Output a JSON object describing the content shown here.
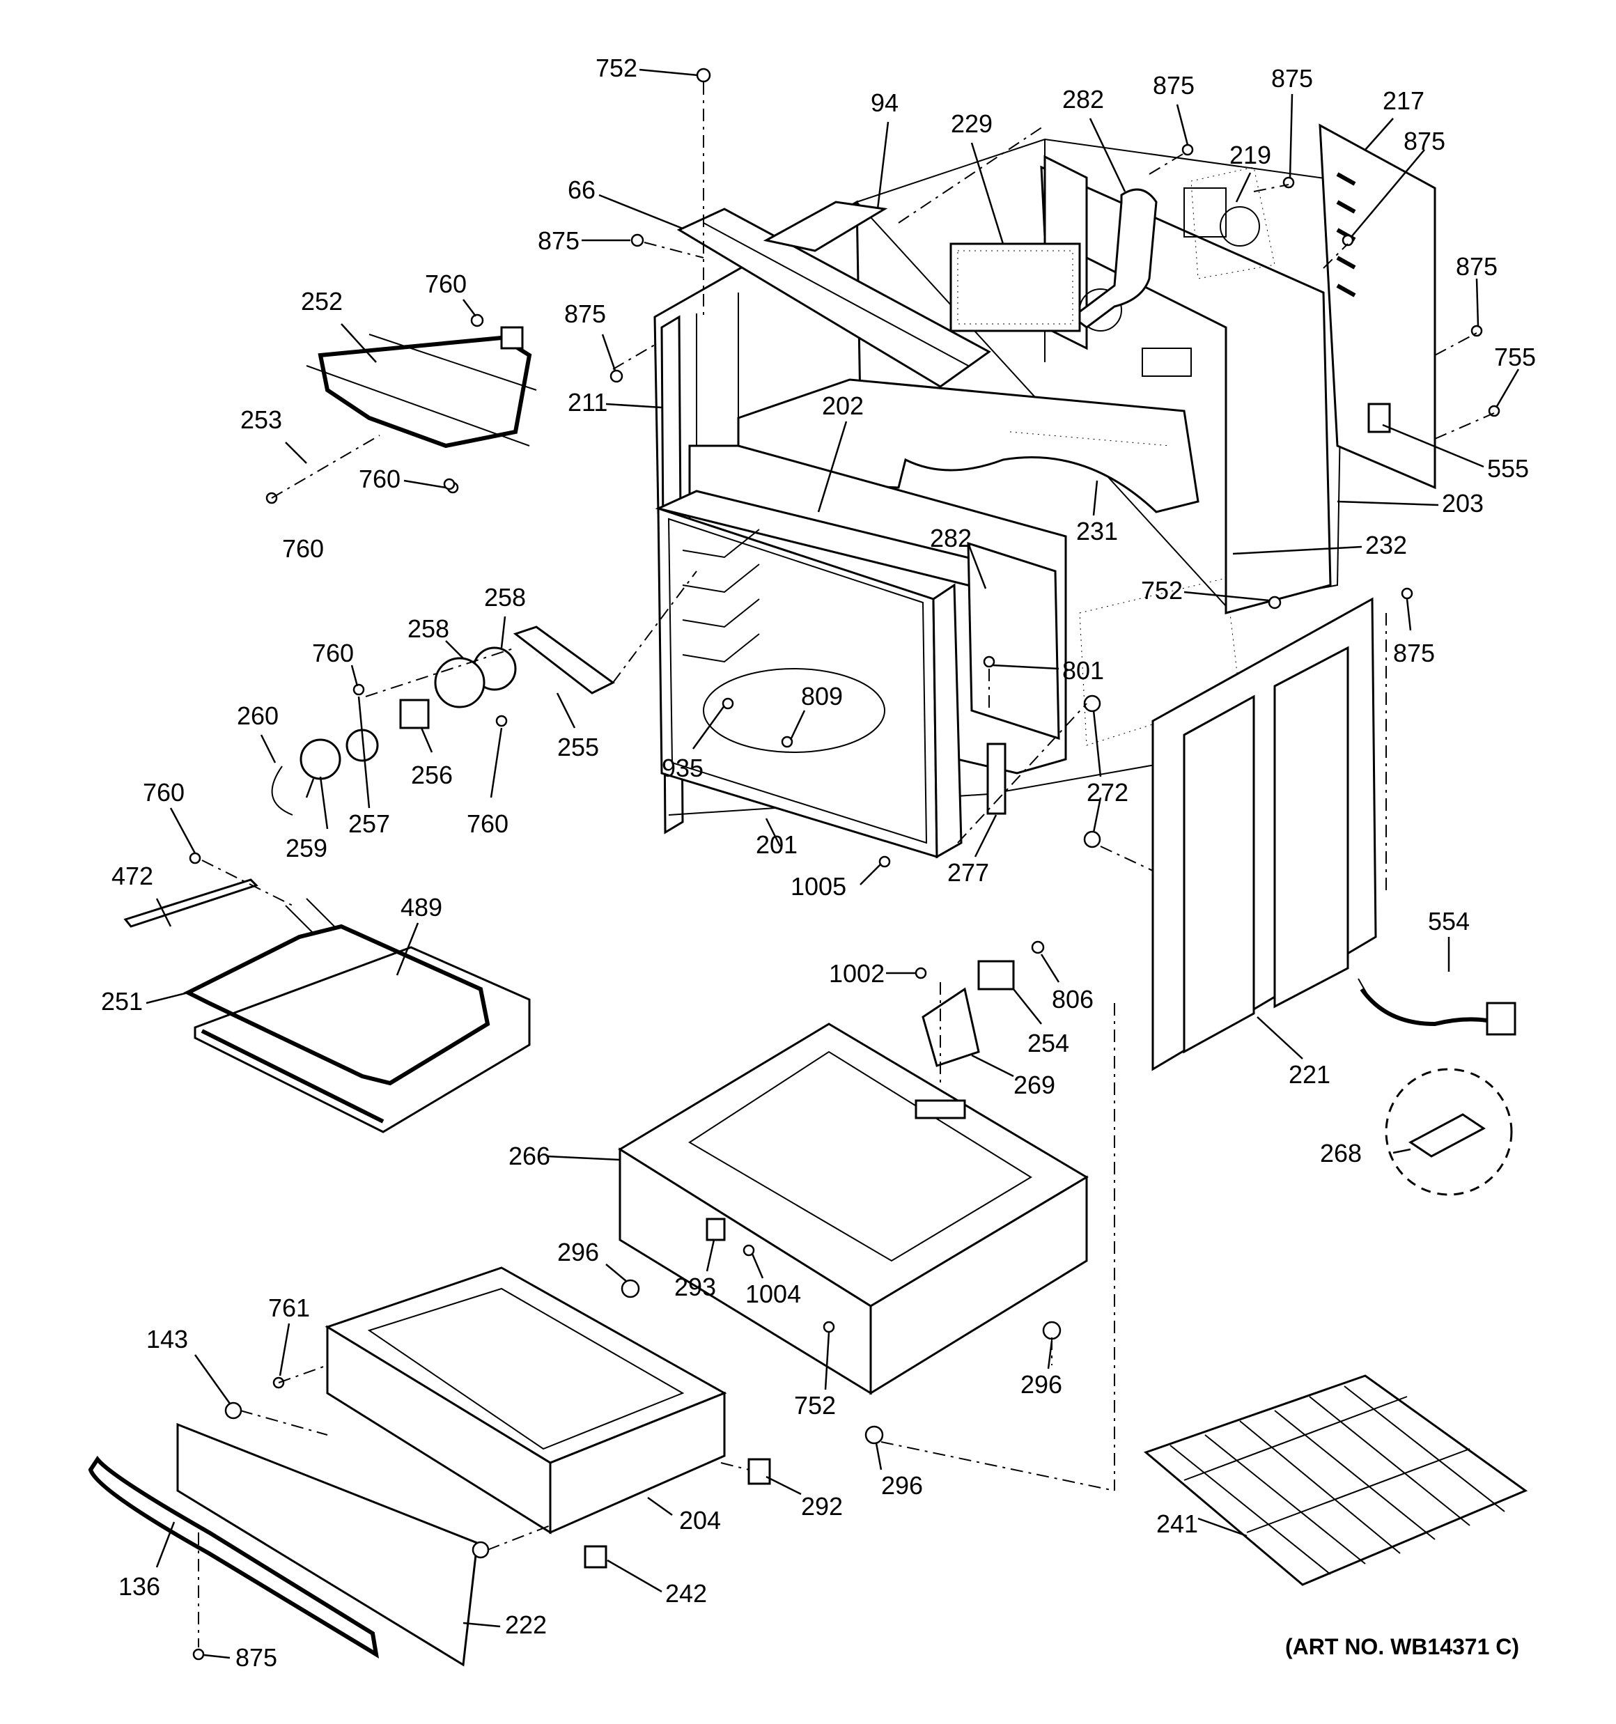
{
  "diagram": {
    "art_number": "(ART NO. WB14371 C)",
    "callouts": [
      {
        "id": "c752a",
        "text": "752"
      },
      {
        "id": "c94",
        "text": "94"
      },
      {
        "id": "c229",
        "text": "229"
      },
      {
        "id": "c282a",
        "text": "282"
      },
      {
        "id": "c875a",
        "text": "875"
      },
      {
        "id": "c875b",
        "text": "875"
      },
      {
        "id": "c217",
        "text": "217"
      },
      {
        "id": "c219",
        "text": "219"
      },
      {
        "id": "c875c",
        "text": "875"
      },
      {
        "id": "c66",
        "text": "66"
      },
      {
        "id": "c875d",
        "text": "875"
      },
      {
        "id": "c760a",
        "text": "760"
      },
      {
        "id": "c252",
        "text": "252"
      },
      {
        "id": "c875e",
        "text": "875"
      },
      {
        "id": "c875f",
        "text": "875"
      },
      {
        "id": "c755",
        "text": "755"
      },
      {
        "id": "c211",
        "text": "211"
      },
      {
        "id": "c202",
        "text": "202"
      },
      {
        "id": "c253",
        "text": "253"
      },
      {
        "id": "c760b",
        "text": "760"
      },
      {
        "id": "c555",
        "text": "555"
      },
      {
        "id": "c203",
        "text": "203"
      },
      {
        "id": "c231",
        "text": "231"
      },
      {
        "id": "c760c",
        "text": "760"
      },
      {
        "id": "c282b",
        "text": "282"
      },
      {
        "id": "c232",
        "text": "232"
      },
      {
        "id": "c258a",
        "text": "258"
      },
      {
        "id": "c258b",
        "text": "258"
      },
      {
        "id": "c752b",
        "text": "752"
      },
      {
        "id": "c875g",
        "text": "875"
      },
      {
        "id": "c760d",
        "text": "760"
      },
      {
        "id": "c801",
        "text": "801"
      },
      {
        "id": "c260",
        "text": "260"
      },
      {
        "id": "c809",
        "text": "809"
      },
      {
        "id": "c255",
        "text": "255"
      },
      {
        "id": "c256",
        "text": "256"
      },
      {
        "id": "c935",
        "text": "935"
      },
      {
        "id": "c272",
        "text": "272"
      },
      {
        "id": "c760e",
        "text": "760"
      },
      {
        "id": "c760f",
        "text": "760"
      },
      {
        "id": "c257",
        "text": "257"
      },
      {
        "id": "c259",
        "text": "259"
      },
      {
        "id": "c201",
        "text": "201"
      },
      {
        "id": "c472",
        "text": "472"
      },
      {
        "id": "c1005",
        "text": "1005"
      },
      {
        "id": "c277",
        "text": "277"
      },
      {
        "id": "c489",
        "text": "489"
      },
      {
        "id": "c554",
        "text": "554"
      },
      {
        "id": "c1002",
        "text": "1002"
      },
      {
        "id": "c806",
        "text": "806"
      },
      {
        "id": "c251",
        "text": "251"
      },
      {
        "id": "c254",
        "text": "254"
      },
      {
        "id": "c221",
        "text": "221"
      },
      {
        "id": "c269",
        "text": "269"
      },
      {
        "id": "c266",
        "text": "266"
      },
      {
        "id": "c268",
        "text": "268"
      },
      {
        "id": "c296a",
        "text": "296"
      },
      {
        "id": "c293",
        "text": "293"
      },
      {
        "id": "c1004",
        "text": "1004"
      },
      {
        "id": "c761",
        "text": "761"
      },
      {
        "id": "c143",
        "text": "143"
      },
      {
        "id": "c752c",
        "text": "752"
      },
      {
        "id": "c296b",
        "text": "296"
      },
      {
        "id": "c296c",
        "text": "296"
      },
      {
        "id": "c292",
        "text": "292"
      },
      {
        "id": "c204",
        "text": "204"
      },
      {
        "id": "c241",
        "text": "241"
      },
      {
        "id": "c136",
        "text": "136"
      },
      {
        "id": "c242",
        "text": "242"
      },
      {
        "id": "c222",
        "text": "222"
      },
      {
        "id": "c875h",
        "text": "875"
      }
    ]
  }
}
